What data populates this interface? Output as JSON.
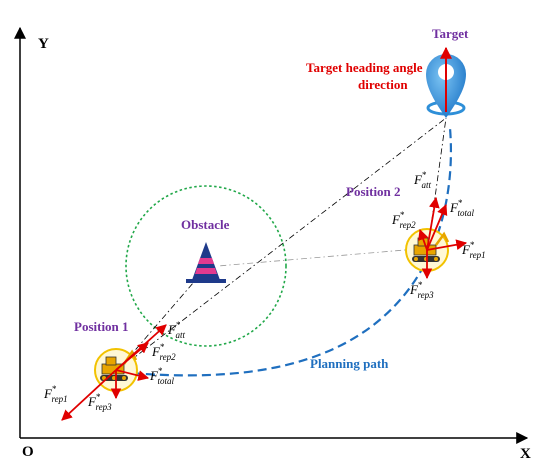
{
  "axes": {
    "y_label": "Y",
    "x_label": "X",
    "origin_label": "O"
  },
  "labels": {
    "target": "Target",
    "heading_line1": "Target heading angle",
    "heading_line2": "direction",
    "obstacle": "Obstacle",
    "position1": "Position 1",
    "position2": "Position 2",
    "planning_path": "Planning path"
  },
  "forces_pos1": {
    "att": {
      "main": "F",
      "sup": "*",
      "sub": "att"
    },
    "rep1": {
      "main": "F",
      "sup": "*",
      "sub": "rep1"
    },
    "rep2": {
      "main": "F",
      "sup": "*",
      "sub": "rep2"
    },
    "rep3": {
      "main": "F",
      "sup": "*",
      "sub": "rep3"
    },
    "total": {
      "main": "F",
      "sup": "*",
      "sub": "total"
    }
  },
  "forces_pos2": {
    "att": {
      "main": "F",
      "sup": "*",
      "sub": "att"
    },
    "rep1": {
      "main": "F",
      "sup": "*",
      "sub": "rep1"
    },
    "rep2": {
      "main": "F",
      "sup": "*",
      "sub": "rep2"
    },
    "rep3": {
      "main": "F",
      "sup": "*",
      "sub": "rep3"
    },
    "total": {
      "main": "F",
      "sup": "*",
      "sub": "total"
    }
  },
  "colors": {
    "purple_label": "#7030a0",
    "red_label": "#e00000",
    "blue_label": "#1f6fbf",
    "force_arrow": "#e00000",
    "planning_path": "#1f6fbf",
    "obstacle_circle": "#22a84a",
    "robot_ring": "#f2c200",
    "robot_body": "#e8a500",
    "target_marker": "#2e8fd8"
  },
  "icons": [
    "target-pin-icon",
    "obstacle-cone-icon",
    "excavator-robot-icon"
  ]
}
